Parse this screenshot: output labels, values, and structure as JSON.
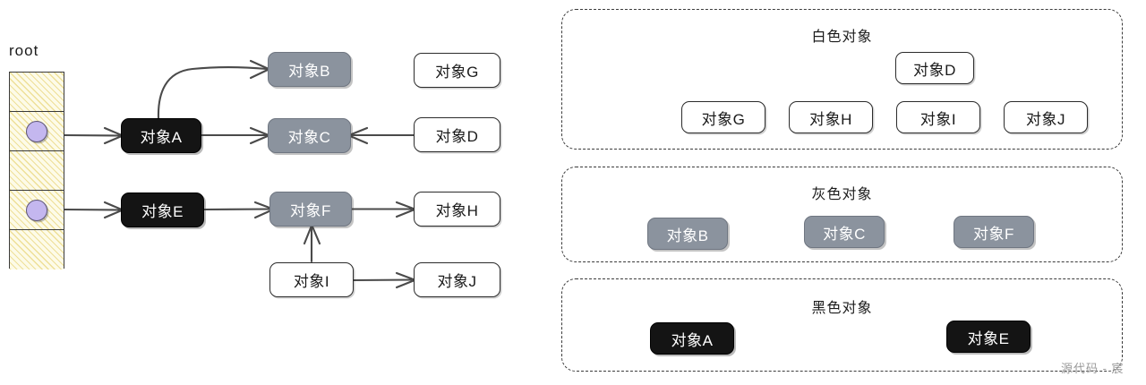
{
  "diagram": {
    "root_label": "root",
    "watermark": "源代码 - 宸"
  },
  "root_stack": {
    "cells": [
      {
        "has_pointer": false
      },
      {
        "has_pointer": true
      },
      {
        "has_pointer": false
      },
      {
        "has_pointer": true
      },
      {
        "has_pointer": false
      }
    ]
  },
  "graph": {
    "nodes": [
      {
        "id": "A",
        "label": "对象A",
        "color": "black"
      },
      {
        "id": "B",
        "label": "对象B",
        "color": "gray"
      },
      {
        "id": "C",
        "label": "对象C",
        "color": "gray"
      },
      {
        "id": "D",
        "label": "对象D",
        "color": "white"
      },
      {
        "id": "E",
        "label": "对象E",
        "color": "black"
      },
      {
        "id": "F",
        "label": "对象F",
        "color": "gray"
      },
      {
        "id": "G",
        "label": "对象G",
        "color": "white"
      },
      {
        "id": "H",
        "label": "对象H",
        "color": "white"
      },
      {
        "id": "I",
        "label": "对象I",
        "color": "white"
      },
      {
        "id": "J",
        "label": "对象J",
        "color": "white"
      }
    ],
    "edges": [
      {
        "from": "root-cell-2",
        "to": "A"
      },
      {
        "from": "root-cell-4",
        "to": "E"
      },
      {
        "from": "A",
        "to": "B"
      },
      {
        "from": "A",
        "to": "C"
      },
      {
        "from": "D",
        "to": "C"
      },
      {
        "from": "E",
        "to": "F"
      },
      {
        "from": "F",
        "to": "H"
      },
      {
        "from": "I",
        "to": "F"
      },
      {
        "from": "I",
        "to": "J"
      }
    ]
  },
  "panels": [
    {
      "id": "white",
      "title": "白色对象",
      "members": [
        "对象D",
        "对象G",
        "对象H",
        "对象I",
        "对象J"
      ]
    },
    {
      "id": "gray",
      "title": "灰色对象",
      "members": [
        "对象B",
        "对象C",
        "对象F"
      ]
    },
    {
      "id": "black",
      "title": "黑色对象",
      "members": [
        "对象A",
        "对象E"
      ]
    }
  ],
  "colors": {
    "white_fill": "#ffffff",
    "gray_fill": "#8b939e",
    "black_fill": "#141414",
    "stack_fill": "#fdfbe8",
    "stack_hatch": "#e2c956",
    "pointer_dot": "#c4b7ef",
    "stroke": "#3a3a3a",
    "watermark": "#9a9a9a"
  }
}
